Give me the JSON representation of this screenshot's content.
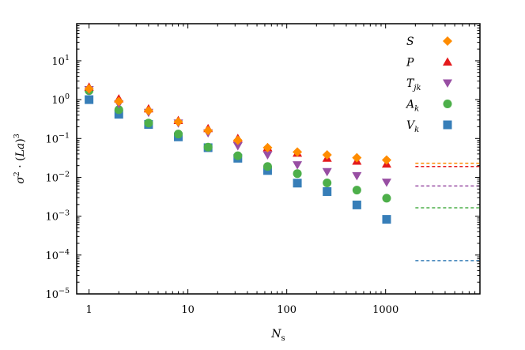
{
  "chart_data": {
    "type": "scatter",
    "xscale": "log",
    "yscale": "log",
    "xlim": [
      0.75,
      9000
    ],
    "ylim": [
      1e-05,
      90
    ],
    "xlabel": "N_s",
    "ylabel": "σ²·(La)³",
    "xticks": [
      {
        "value": 1,
        "label": "1"
      },
      {
        "value": 10,
        "label": "10"
      },
      {
        "value": 100,
        "label": "100"
      },
      {
        "value": 1000,
        "label": "1000"
      }
    ],
    "yticks": [
      {
        "value": 1e-05,
        "base": "10",
        "exp": "−5"
      },
      {
        "value": 0.0001,
        "base": "10",
        "exp": "−4"
      },
      {
        "value": 0.001,
        "base": "10",
        "exp": "−3"
      },
      {
        "value": 0.01,
        "base": "10",
        "exp": "−2"
      },
      {
        "value": 0.1,
        "base": "10",
        "exp": "−1"
      },
      {
        "value": 1,
        "base": "10",
        "exp": "0"
      },
      {
        "value": 10,
        "base": "10",
        "exp": "1"
      }
    ],
    "legend_position": "top-right",
    "x": [
      1,
      2,
      4,
      8,
      16,
      32,
      64,
      128,
      256,
      512,
      1024
    ],
    "series": [
      {
        "name": "S",
        "sub": "",
        "marker": "diamond",
        "color": "#ff8c00",
        "values": [
          1.9,
          0.9,
          0.52,
          0.27,
          0.16,
          0.09,
          0.058,
          0.045,
          0.038,
          0.032,
          0.028
        ],
        "limit": 0.023
      },
      {
        "name": "P",
        "sub": "",
        "marker": "triangle-up",
        "color": "#e41a1c",
        "values": [
          2.1,
          1.05,
          0.58,
          0.29,
          0.18,
          0.1,
          0.058,
          0.042,
          0.031,
          0.026,
          0.022
        ],
        "limit": 0.019
      },
      {
        "name": "T",
        "sub": "jk",
        "marker": "triangle-down",
        "color": "#984ea3",
        "values": [
          1.8,
          0.78,
          0.47,
          0.25,
          0.14,
          0.065,
          0.038,
          0.021,
          0.014,
          0.011,
          0.0075
        ],
        "limit": 0.006
      },
      {
        "name": "A",
        "sub": "k",
        "marker": "circle",
        "color": "#4daf4a",
        "values": [
          1.7,
          0.55,
          0.25,
          0.13,
          0.06,
          0.036,
          0.019,
          0.0125,
          0.0072,
          0.0047,
          0.0029
        ],
        "limit": 0.00165
      },
      {
        "name": "V",
        "sub": "k",
        "marker": "square",
        "color": "#377eb8",
        "values": [
          1.0,
          0.42,
          0.23,
          0.11,
          0.058,
          0.031,
          0.015,
          0.0071,
          0.0043,
          0.00195,
          0.00083
        ],
        "limit": 7.2e-05
      }
    ],
    "limit_x_range": [
      2000,
      9000
    ]
  }
}
